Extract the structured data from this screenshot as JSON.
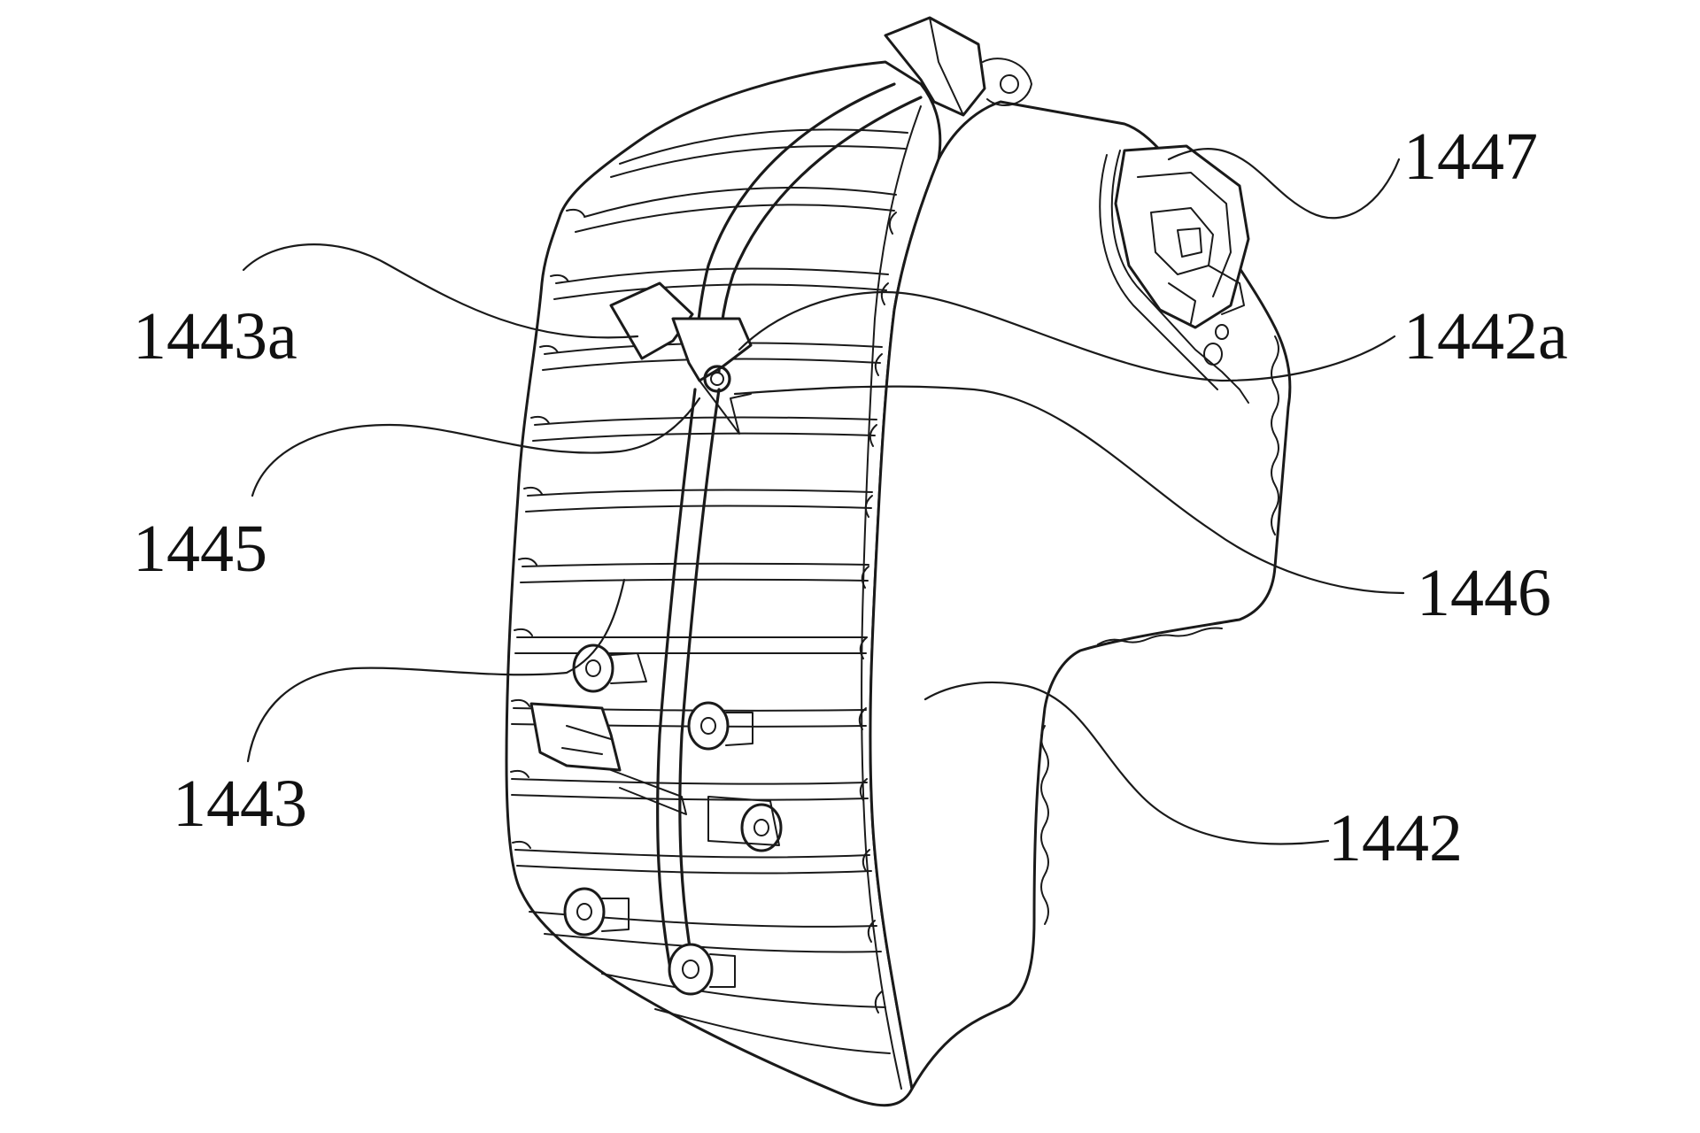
{
  "labels": {
    "l1447": "1447",
    "l1443a": "1443a",
    "l1442a": "1442a",
    "l1445": "1445",
    "l1446": "1446",
    "l1443": "1443",
    "l1442": "1442"
  },
  "colors": {
    "line": "#1a1a1a",
    "background": "#ffffff"
  }
}
